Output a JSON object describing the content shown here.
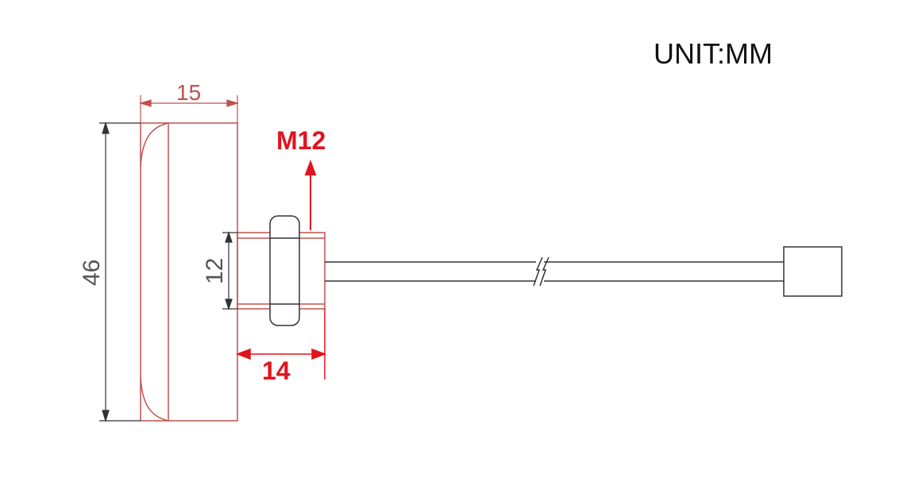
{
  "unit_label": "UNIT:MM",
  "dimensions": {
    "width_top": "15",
    "height_left": "46",
    "thread_diameter": "12",
    "thread_length": "14",
    "thread_spec": "M12"
  },
  "colors": {
    "outline": "#333333",
    "dimension_gray": "#555555",
    "dimension_red": "#e0141e",
    "body_outline": "#c0504d"
  }
}
